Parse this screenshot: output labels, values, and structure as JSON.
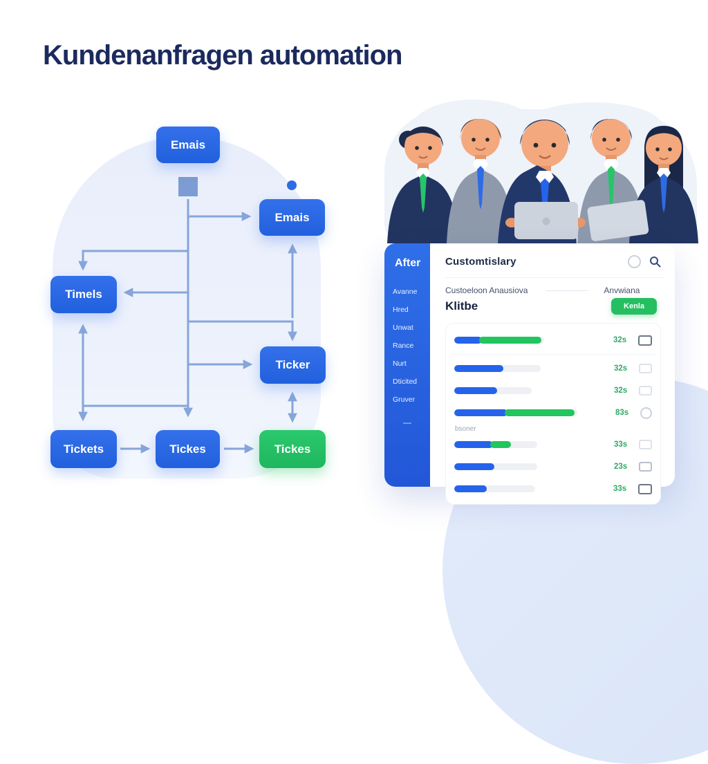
{
  "title": "Kundenanfragen automation",
  "colors": {
    "accent_blue": "#2563eb",
    "accent_green": "#22c55e",
    "title_navy": "#1b2a5e",
    "connector_blue": "#86a5da",
    "panel_bg": "#ffffff",
    "sidebar_blue": "#2a63e4"
  },
  "flowchart": {
    "nodes": [
      {
        "label": "Emais",
        "color": "blue"
      },
      {
        "label": "Emais",
        "color": "blue"
      },
      {
        "label": "Timels",
        "color": "blue"
      },
      {
        "label": "Ticker",
        "color": "blue"
      },
      {
        "label": "Tickets",
        "color": "blue"
      },
      {
        "label": "Tickes",
        "color": "blue"
      },
      {
        "label": "Tickes",
        "color": "green"
      }
    ]
  },
  "dashboard": {
    "sidebar": {
      "title": "After",
      "items": [
        "Avanne",
        "Hred",
        "Unwat",
        "Rance",
        "Nurt",
        "Dticited",
        "Gruver"
      ],
      "footer_dash": "—"
    },
    "header": {
      "title": "Customtislary",
      "icons": [
        "avatar-circle",
        "search"
      ]
    },
    "subheader": {
      "left_label": "Custoeloon Anausiova",
      "right_label": "Anvwiana",
      "name": "Klitbe",
      "button_label": "Kenla"
    },
    "rows": [
      {
        "track": 130,
        "blue": 31,
        "green": 69,
        "value": "32s",
        "icon": "box-dark"
      },
      {
        "track": 125,
        "blue": 57,
        "green": 0,
        "value": "32s",
        "icon": "box-light"
      },
      {
        "track": 112,
        "blue": 55,
        "green": 0,
        "value": "32s",
        "icon": "box-light"
      },
      {
        "track": 178,
        "blue": 43,
        "green": 57,
        "value": "83s",
        "icon": "circle"
      }
    ],
    "group2": {
      "label": "bsoner",
      "rows": [
        {
          "track": 120,
          "blue": 47,
          "green": 25,
          "value": "33s",
          "icon": "box-light"
        },
        {
          "track": 120,
          "blue": 48,
          "green": 0,
          "value": "23s",
          "icon": "box-med"
        },
        {
          "track": 117,
          "blue": 40,
          "green": 0,
          "value": "33s",
          "icon": "box-dark"
        }
      ]
    }
  }
}
